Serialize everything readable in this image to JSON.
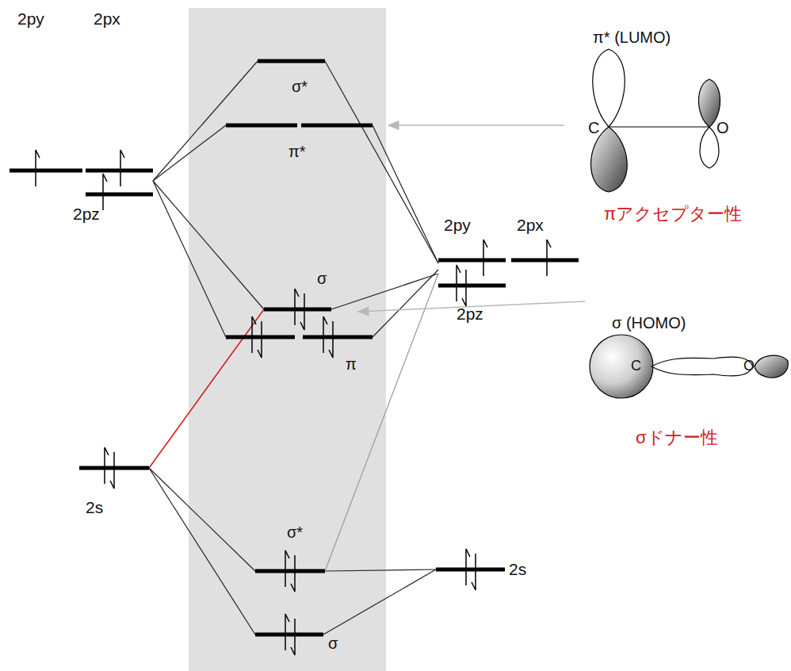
{
  "diagram": {
    "labels": [
      "2py",
      "2px",
      "2pz",
      "2s",
      "σ*",
      "π*",
      "σ",
      "π",
      "σ*",
      "σ",
      "2py",
      "2px",
      "2pz",
      "2s",
      "π* (LUMO)",
      "C",
      "O",
      "πアクセプター性",
      "σ (HOMO)",
      "C",
      "O",
      "σドナー性"
    ]
  }
}
